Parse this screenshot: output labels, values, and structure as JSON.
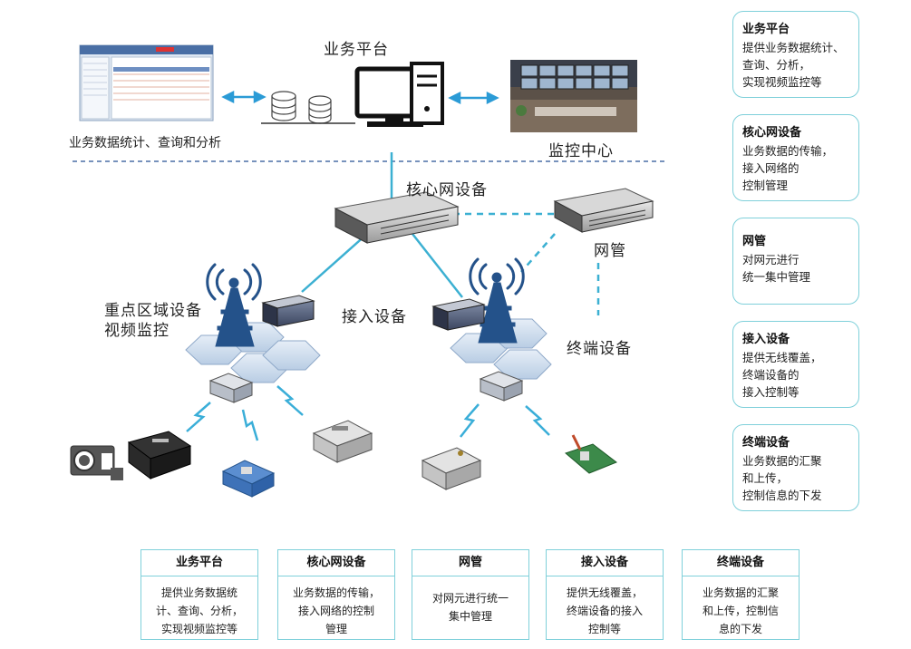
{
  "diagram": {
    "labels": {
      "platform": "业务平台",
      "stats": "业务数据统计、查询和分析",
      "monitor_center": "监控中心",
      "core": "核心网设备",
      "nms": "网管",
      "key_area_line1": "重点区域设备",
      "key_area_line2": "视频监控",
      "access": "接入设备",
      "terminal": "终端设备"
    },
    "right_cards": [
      {
        "title": "业务平台",
        "lines": [
          "提供业务数据统计、",
          "查询、分析，",
          "实现视频监控等"
        ]
      },
      {
        "title": "核心网设备",
        "lines": [
          "业务数据的传输，",
          "接入网络的",
          "控制管理"
        ]
      },
      {
        "title": "网管",
        "lines": [
          "对网元进行",
          "统一集中管理"
        ]
      },
      {
        "title": "接入设备",
        "lines": [
          "提供无线覆盖，",
          "终端设备的",
          "接入控制等"
        ]
      },
      {
        "title": "终端设备",
        "lines": [
          "业务数据的汇聚",
          "和上传，",
          "控制信息的下发"
        ]
      }
    ],
    "bottom_cards": [
      {
        "title": "业务平台",
        "lines": [
          "提供业务数据统",
          "计、查询、分析，",
          "实现视频监控等"
        ]
      },
      {
        "title": "核心网设备",
        "lines": [
          "业务数据的传输，",
          "接入网络的控制",
          "管理"
        ]
      },
      {
        "title": "网管",
        "lines": [
          "对网元进行统一",
          "集中管理"
        ]
      },
      {
        "title": "接入设备",
        "lines": [
          "提供无线覆盖，",
          "终端设备的接入",
          "控制等"
        ]
      },
      {
        "title": "终端设备",
        "lines": [
          "业务数据的汇聚",
          "和上传，控制信",
          "息的下发"
        ]
      }
    ]
  }
}
